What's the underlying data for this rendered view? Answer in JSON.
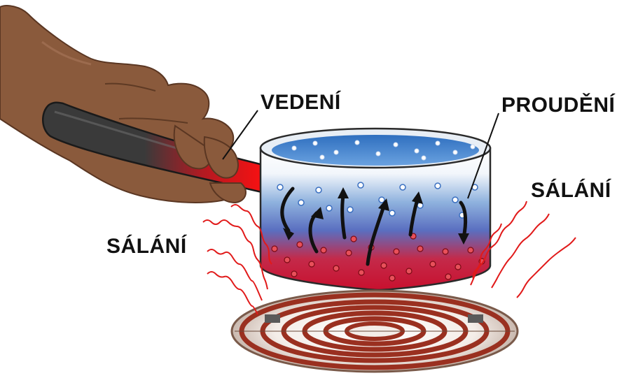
{
  "labels": {
    "conduction": "VEDENÍ",
    "convection": "PROUDĚNÍ",
    "radiation_right": "SÁLÁNÍ",
    "radiation_left": "SÁLÁNÍ"
  },
  "colors": {
    "water_top": "#3f7fc9",
    "water_hot": "#c8102e",
    "handle_dark": "#3a3a3a",
    "handle_hot": "#e8101e",
    "hand": "#8a5a3c",
    "coil": "#9a3020",
    "radiation_wave": "#e11a1a"
  },
  "icons": {
    "hand": "hand-illustration",
    "pot": "saucepan-illustration",
    "burner": "electric-coil-burner"
  }
}
